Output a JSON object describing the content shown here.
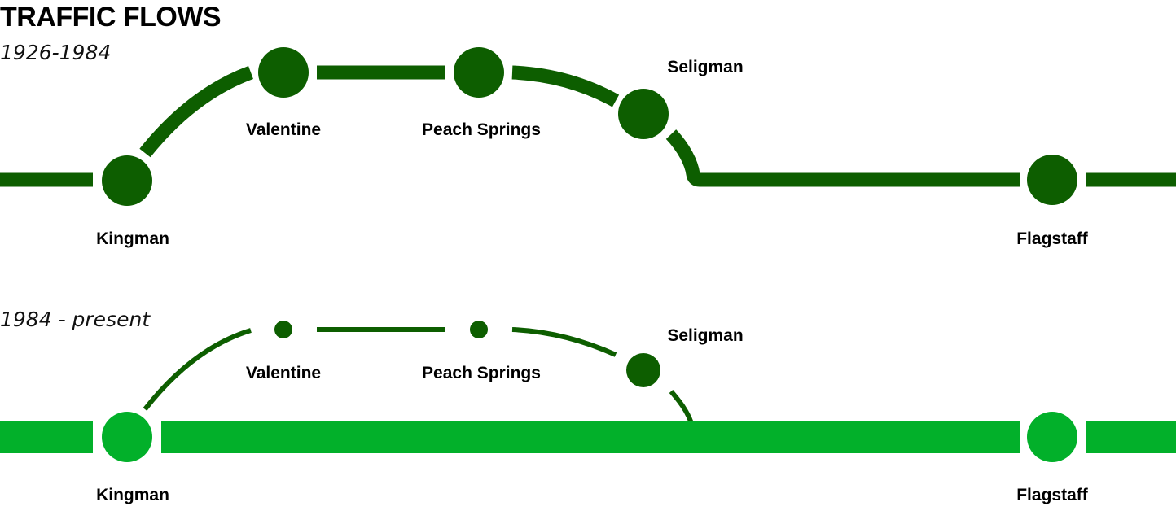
{
  "title": "TRAFFIC FLOWS",
  "colors": {
    "old_route": "#0d5e00",
    "interstate": "#02b02a",
    "background": "#ffffff"
  },
  "panels": [
    {
      "period": "1926-1984",
      "stations": {
        "kingman": "Kingman",
        "valentine": "Valentine",
        "peach_springs": "Peach Springs",
        "seligman": "Seligman",
        "flagstaff": "Flagstaff"
      }
    },
    {
      "period": "1984 - present",
      "stations": {
        "kingman": "Kingman",
        "valentine": "Valentine",
        "peach_springs": "Peach Springs",
        "seligman": "Seligman",
        "flagstaff": "Flagstaff"
      }
    }
  ]
}
